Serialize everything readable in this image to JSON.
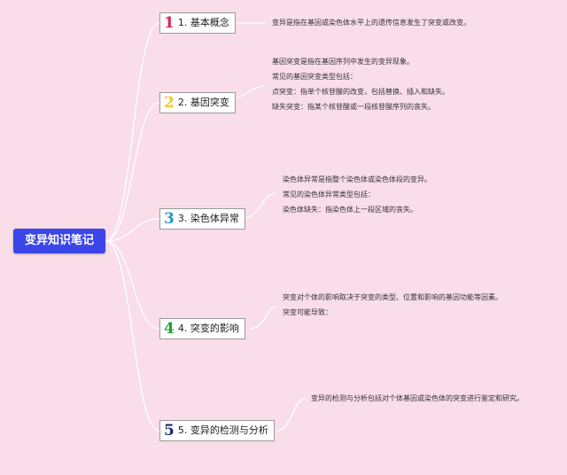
{
  "root": {
    "label": "变异知识笔记"
  },
  "colors": {
    "background": "#f9dde8",
    "root": "#3b46e8",
    "line": "#ffffff"
  },
  "topics": [
    {
      "number": "1",
      "label": "1. 基本概念",
      "color": "#d8254a"
    },
    {
      "number": "2",
      "label": "2. 基因突变",
      "color": "#f2c733"
    },
    {
      "number": "3",
      "label": "3. 染色体异常",
      "color": "#2a93c8"
    },
    {
      "number": "4",
      "label": "4. 突变的影响",
      "color": "#23a035"
    },
    {
      "number": "5",
      "label": "5. 变异的检测与分析",
      "color": "#1a2a6e"
    }
  ],
  "notes": [
    [
      "变异是指在基因或染色体水平上的遗传信息发生了突变或改变。"
    ],
    [
      "基因突变是指在基因序列中发生的变异现象。",
      "常见的基因突变类型包括：",
      "点突变：指单个核苷酸的改变，包括替换、插入和缺失。",
      "缺失突变：指某个核苷酸或一段核苷酸序列的丧失。"
    ],
    [
      "染色体异常是指整个染色体或染色体段的变异。",
      "常见的染色体异常类型包括：",
      "染色体缺失：指染色体上一段区域的丧失。"
    ],
    [
      "突变对个体的影响取决于突变的类型、位置和影响的基因功能等因素。",
      "突变可能导致："
    ],
    [
      "变异的检测与分析包括对个体基因或染色体的突变进行鉴定和研究。"
    ]
  ]
}
